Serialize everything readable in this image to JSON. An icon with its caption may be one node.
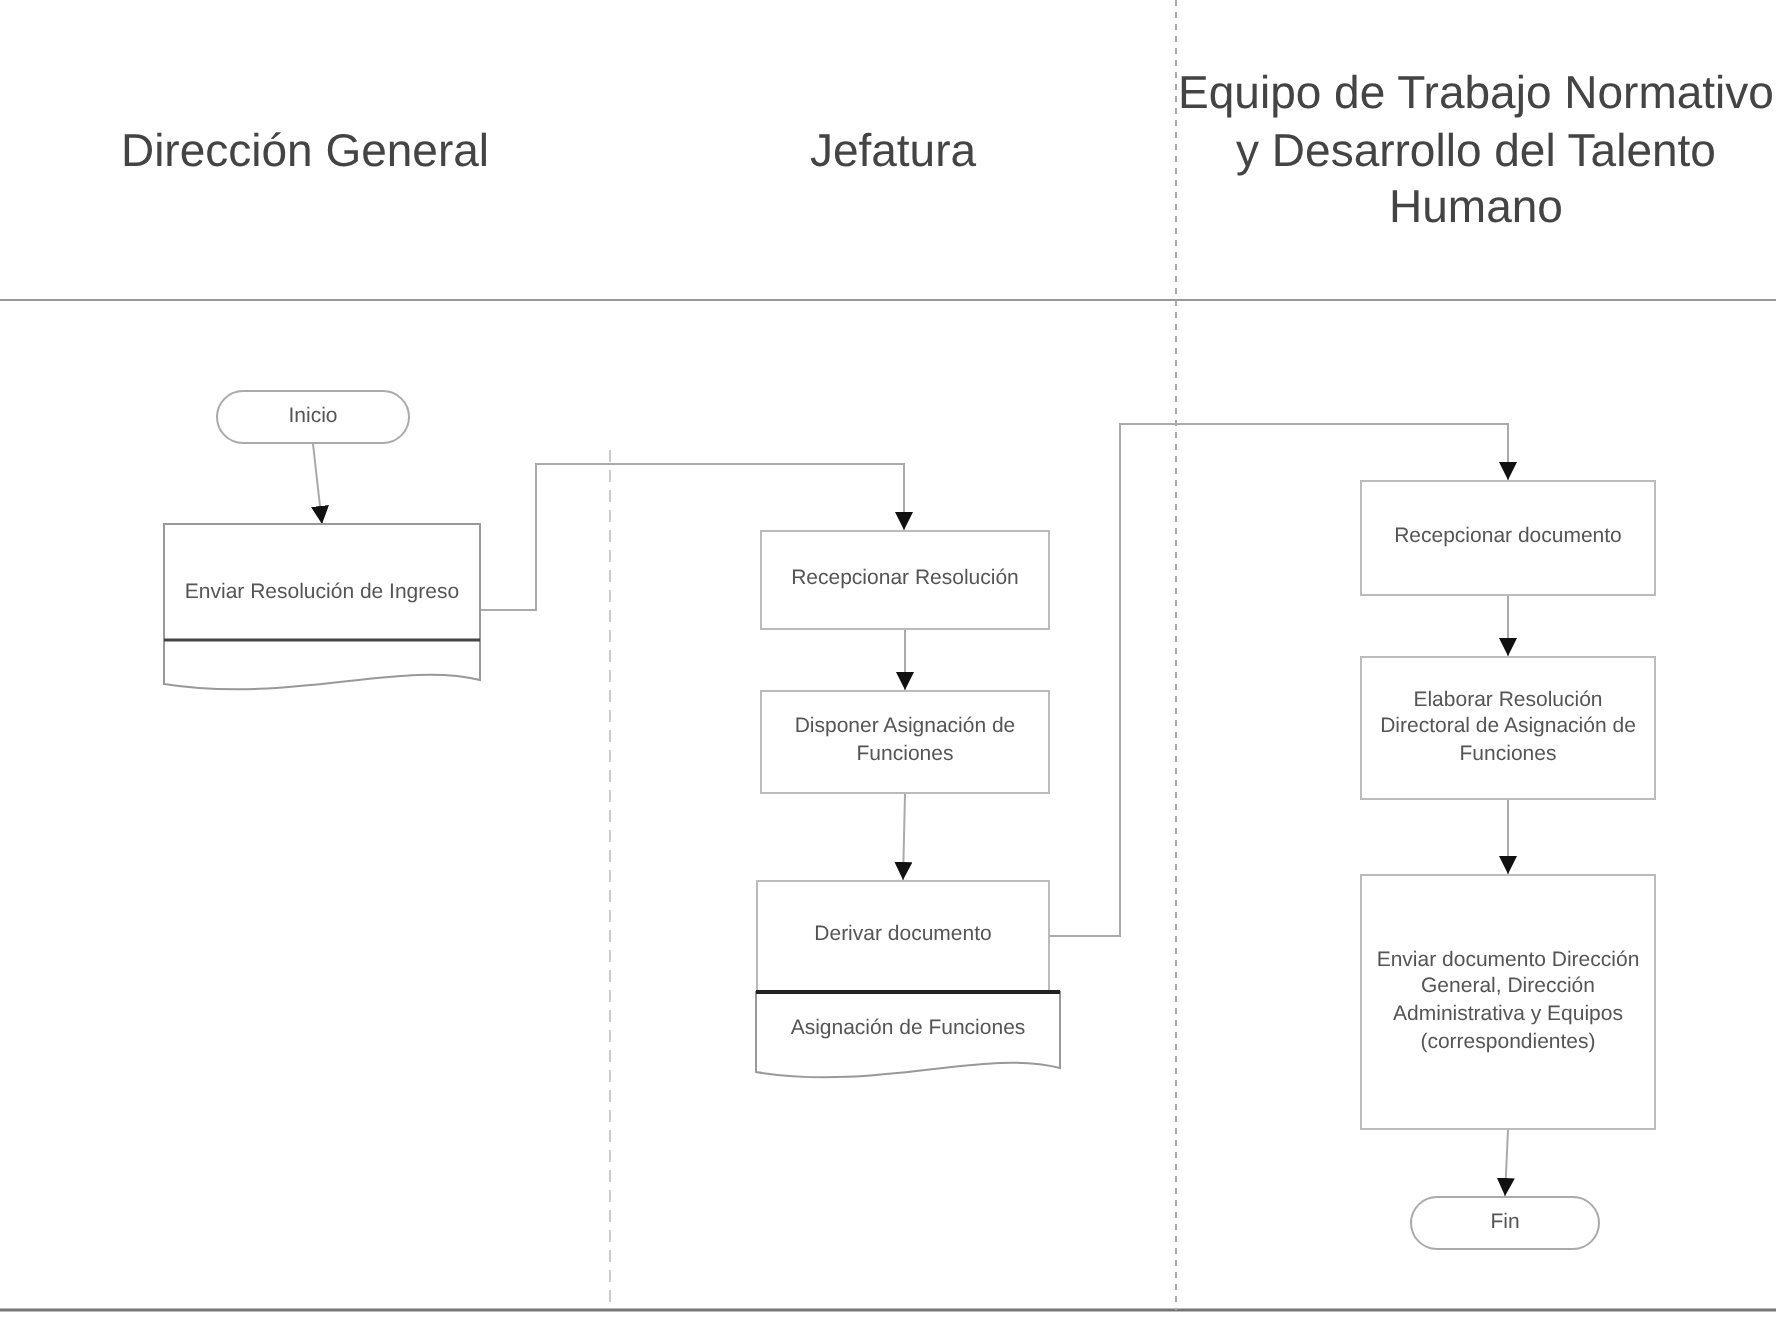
{
  "diagram": {
    "nodes": [
      {
        "text": [
          "Dirección General"
        ]
      },
      {
        "text": [
          "Jefatura"
        ]
      },
      {
        "text": [
          "Equipo de Trabajo Normativo y Desarrollo del Talento Humano"
        ]
      },
      {
        "text": [
          "Inicio"
        ],
        "in": 0
      },
      {
        "text": [
          "Enviar Resolución de Ingreso"
        ],
        "in": 0
      },
      {
        "text": [
          "Recepcionar Resolución"
        ],
        "in": 1
      },
      {
        "text": [
          "Disponer Asignación de Funciones"
        ],
        "in": 1
      },
      {
        "text": [
          "Derivar documento"
        ],
        "in": 1
      },
      {
        "text": [
          "Asignación de Funciones"
        ],
        "in": 1
      },
      {
        "text": [
          "Recepcionar documento"
        ],
        "in": 2
      },
      {
        "text": [
          "Elaborar Resolución Directoral de Asignación de Funciones"
        ],
        "in": 2
      },
      {
        "text": [
          "Enviar documento Dirección General, Dirección Administrativa y Equipos (correspondientes)"
        ],
        "in": 2
      },
      {
        "text": [
          "Fin"
        ],
        "in": 2
      }
    ],
    "edges": [
      {
        "from": 3,
        "to": 4,
        "arrow": "to"
      },
      {
        "from": 4,
        "to": 5,
        "arrow": "to"
      },
      {
        "from": 5,
        "to": 6,
        "arrow": "to"
      },
      {
        "from": 6,
        "to": 7,
        "arrow": "to"
      },
      {
        "from": 7,
        "to": 9,
        "arrow": "to"
      },
      {
        "from": 9,
        "to": 10,
        "arrow": "to"
      },
      {
        "from": 10,
        "to": 11,
        "arrow": "to"
      },
      {
        "from": 11,
        "to": 12,
        "arrow": "to"
      }
    ]
  }
}
